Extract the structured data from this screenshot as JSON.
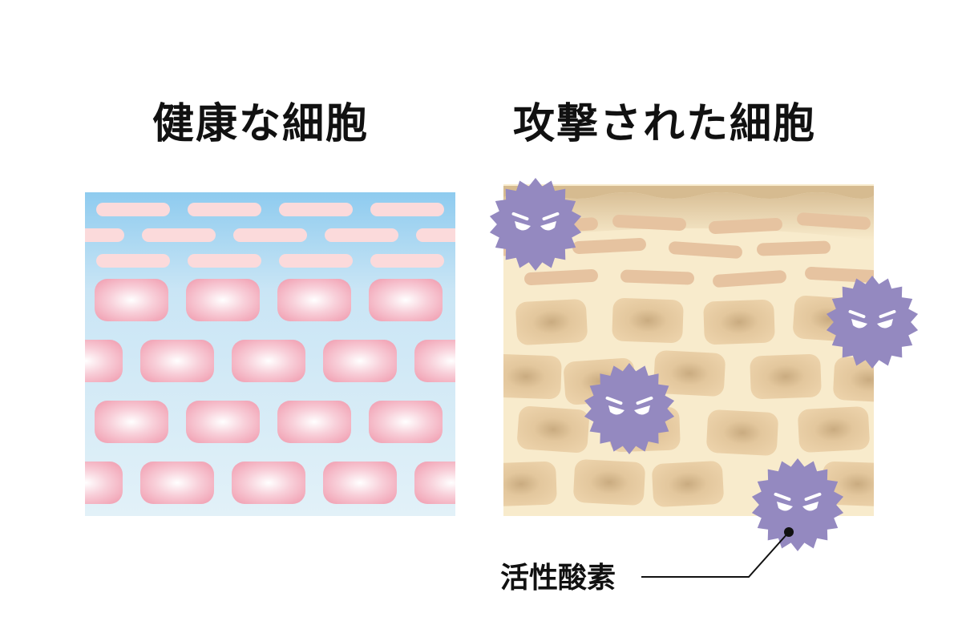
{
  "titles": {
    "healthy": "健康な細胞",
    "attacked": "攻撃された細胞"
  },
  "labels": {
    "free_radical": "活性酸素"
  },
  "colors": {
    "healthy_bg_top": "#8ecbef",
    "healthy_bg_bottom": "#e2f1f8",
    "healthy_cell": "#f2a7b8",
    "healthy_bar": "#fbdadb",
    "attacked_bg": "#f8ebcc",
    "attacked_top": "#e0c9a4",
    "attacked_cell": "#ecd2aa",
    "attacked_bar": "#e6c3a0",
    "radical": "#9489c0"
  }
}
